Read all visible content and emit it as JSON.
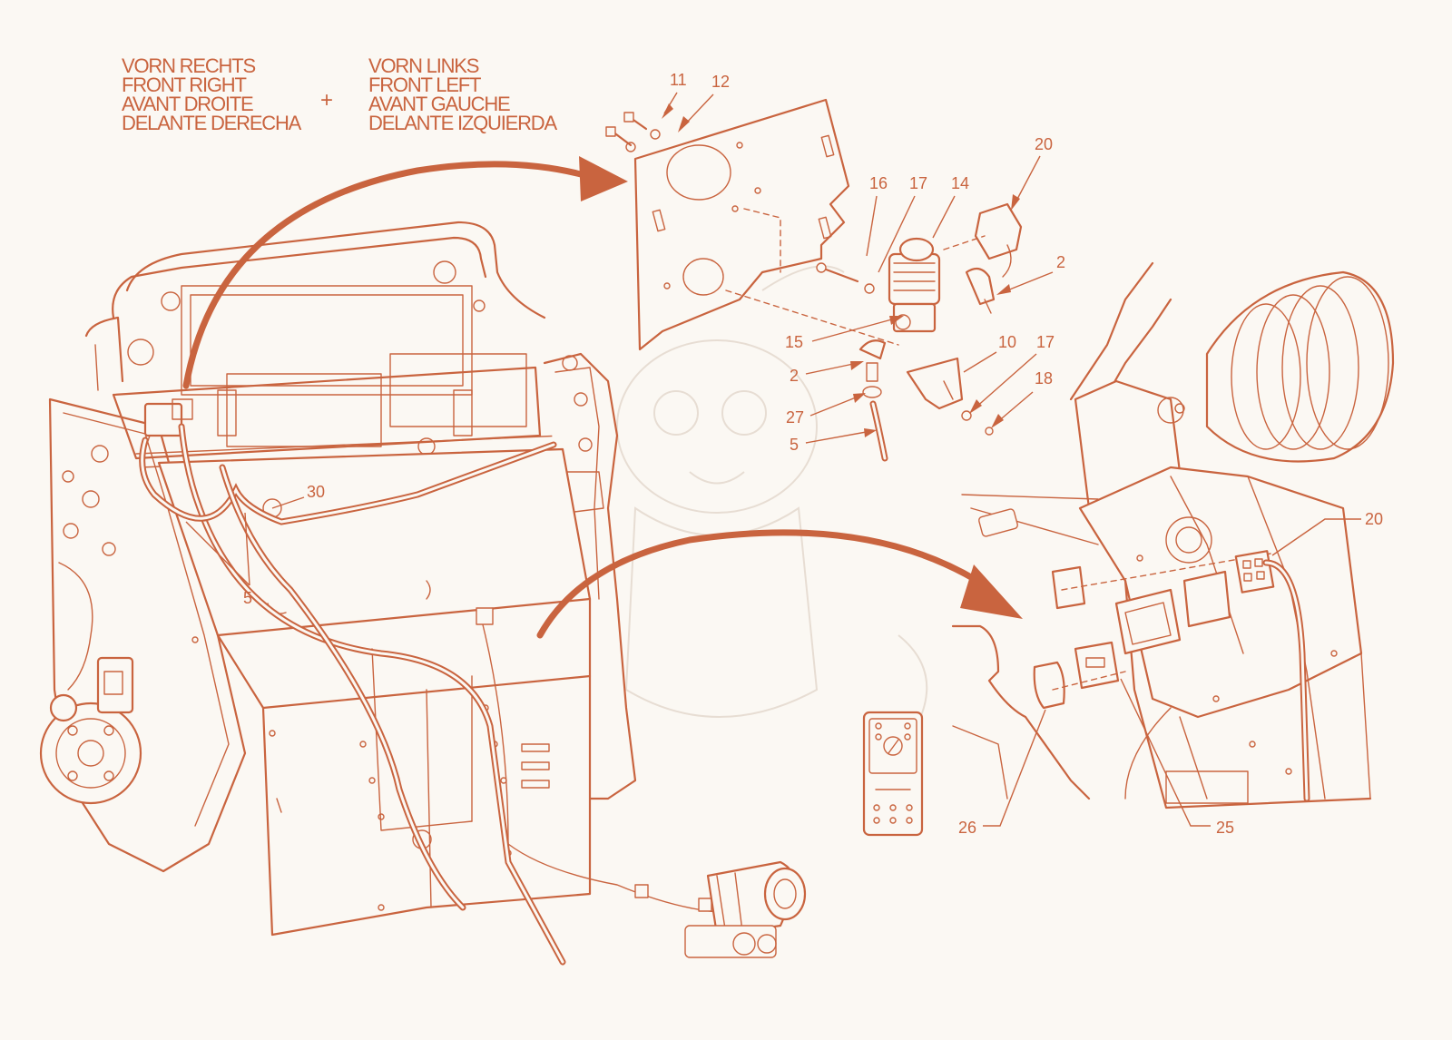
{
  "labels": {
    "right_group": [
      "VORN RECHTS",
      "FRONT RIGHT",
      "AVANT DROITE",
      "DELANTE DERECHA"
    ],
    "plus": "+",
    "left_group": [
      "VORN LINKS",
      "FRONT LEFT",
      "AVANT GAUCHE",
      "DELANTE IZQUIERDA"
    ]
  },
  "callouts": {
    "c11": "11",
    "c12": "12",
    "c16": "16",
    "c17a": "17",
    "c14": "14",
    "c20a": "20",
    "c2a": "2",
    "c15": "15",
    "c2b": "2",
    "c10": "10",
    "c17b": "17",
    "c18": "18",
    "c27": "27",
    "c5a": "5",
    "c30": "30",
    "c5b": "5",
    "c20b": "20",
    "c26": "26",
    "c25": "25"
  },
  "colors": {
    "line": "#c9643f",
    "background": "#fbf8f3",
    "watermark": "#e7ddd3"
  }
}
